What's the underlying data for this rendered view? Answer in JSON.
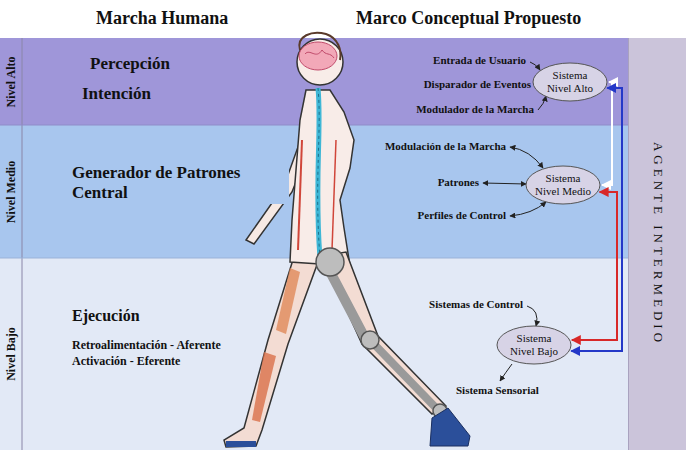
{
  "diagram": {
    "title": "Marcha Humana",
    "nodes": [
      {
        "text": [
          "Nivel Alto",
          "Percepción",
          "Intención"
        ]
      },
      {
        "text": [
          "Sistema Nivel Alto"
        ],
        "in": 0
      },
      {
        "text": [
          "Nivel Medio",
          "Generador de Patrones Central"
        ]
      },
      {
        "text": [
          "Sistema Nivel Medio"
        ],
        "in": 2
      },
      {
        "text": [
          "Nivel Bajo",
          "Ejecución",
          "Retroalimentación - Aferente",
          "Activación - Eferente"
        ]
      },
      {
        "text": [
          "Sistema Nivel Bajo"
        ],
        "in": 4
      },
      {
        "text": [
          "AGENTE INTERMEDIO"
        ]
      }
    ],
    "edges": [
      {
        "from": 1,
        "to": 3,
        "arrow": "both"
      },
      {
        "from": 1,
        "to": 5,
        "arrow": "both"
      },
      {
        "from": 3,
        "to": 5,
        "arrow": "both"
      }
    ],
    "labels": [
      "Marco Conceptual Propuesto",
      "Entrada de Usuario",
      "Disparador de Eventos",
      "Modulador de la Marcha",
      "Modulación de la Marcha",
      "Patrones",
      "Perfiles de Control",
      "Sistemas de Control",
      "Sistema Sensorial"
    ]
  }
}
